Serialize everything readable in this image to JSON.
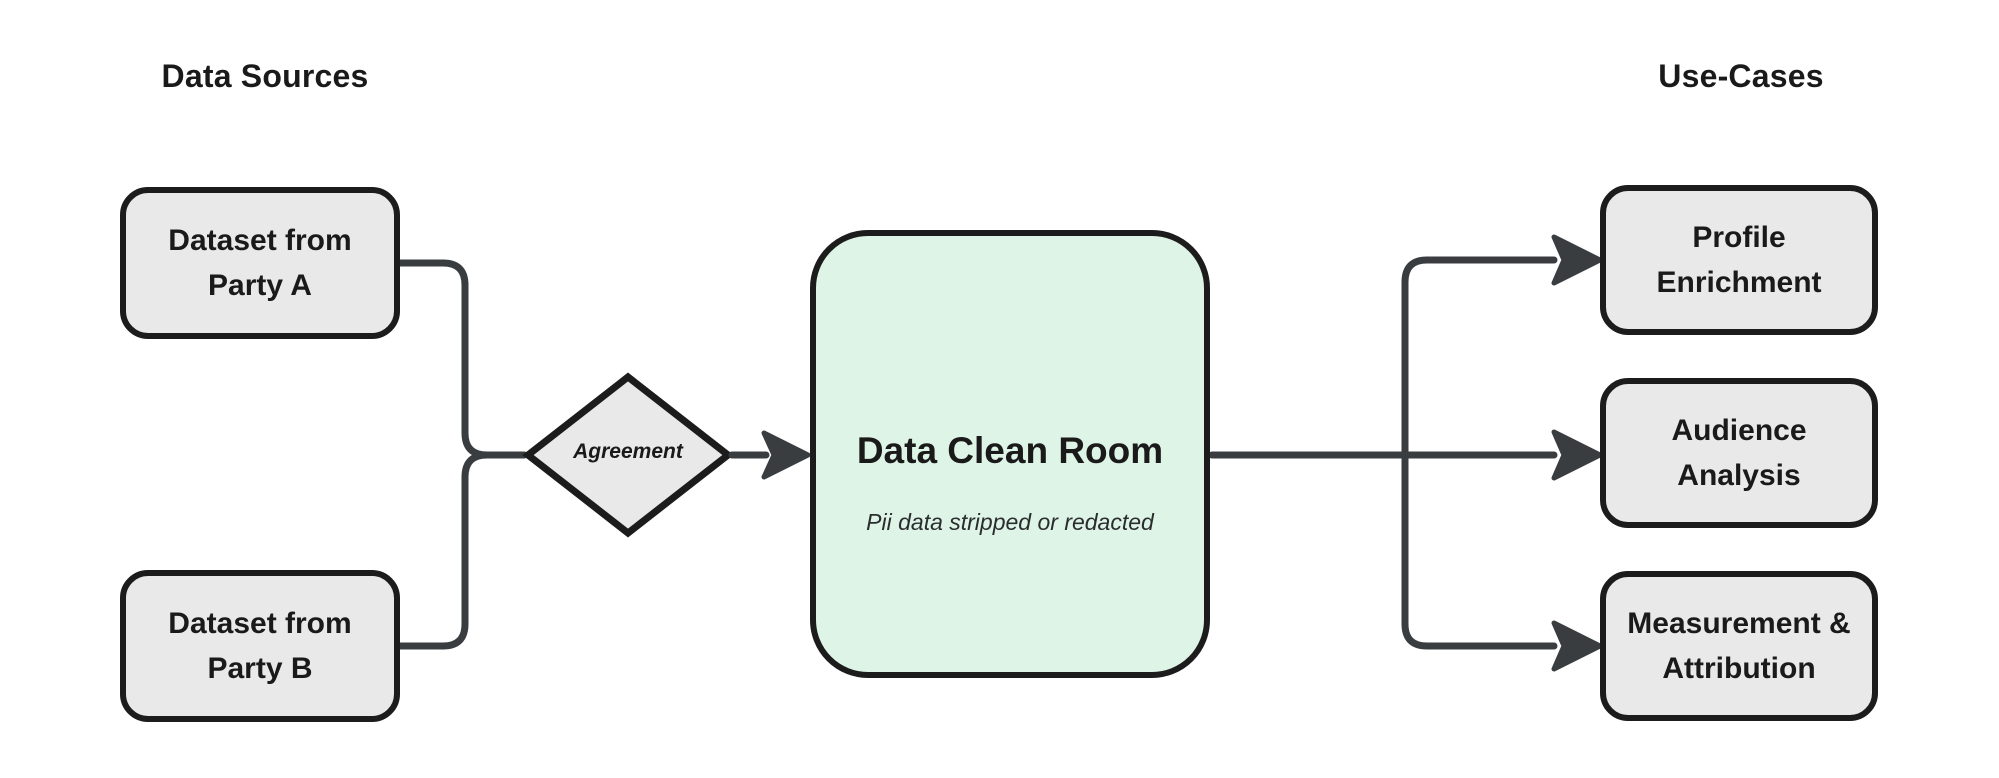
{
  "diagram": {
    "headings": {
      "left": "Data Sources",
      "right": "Use-Cases"
    },
    "nodes": {
      "party_a": {
        "label": "Dataset from Party A",
        "type": "source"
      },
      "party_b": {
        "label": "Dataset from Party B",
        "type": "source"
      },
      "agreement": {
        "label": "Agreement",
        "type": "decision-diamond"
      },
      "clean_room": {
        "title": "Data Clean Room",
        "subtitle": "Pii data stripped or redacted",
        "type": "process"
      },
      "profile_enrichment": {
        "label": "Profile Enrichment",
        "type": "use-case"
      },
      "audience_analysis": {
        "label": "Audience Analysis",
        "type": "use-case"
      },
      "measurement_attribution": {
        "label": "Measurement & Attribution",
        "type": "use-case"
      }
    },
    "edges": [
      {
        "from": "party_a",
        "to": "agreement",
        "arrow": false
      },
      {
        "from": "party_b",
        "to": "agreement",
        "arrow": false
      },
      {
        "from": "agreement",
        "to": "clean_room",
        "arrow": true
      },
      {
        "from": "clean_room",
        "to": "profile_enrichment",
        "arrow": true
      },
      {
        "from": "clean_room",
        "to": "audience_analysis",
        "arrow": true
      },
      {
        "from": "clean_room",
        "to": "measurement_attribution",
        "arrow": true
      }
    ],
    "colors": {
      "background": "#ffffff",
      "node_fill": "#e9e9e9",
      "node_border": "#1c1c1c",
      "connector": "#3a3d3f",
      "clean_room_fill": "#def4e7",
      "text": "#1a1a1a"
    }
  }
}
